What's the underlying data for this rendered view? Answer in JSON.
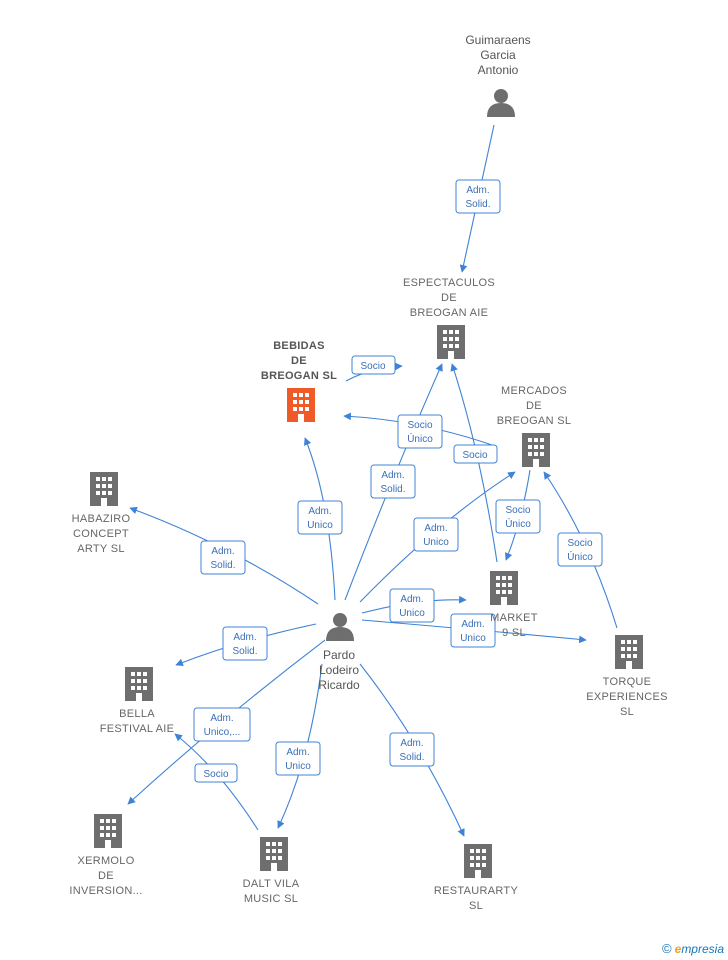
{
  "colors": {
    "edge": "#3f83d6",
    "company": "#6e6e6e",
    "company_highlight": "#f05a28",
    "person": "#6e6e6e"
  },
  "people": [
    {
      "id": "guimaraens",
      "lines": [
        "Guimaraens",
        "Garcia",
        "Antonio"
      ]
    },
    {
      "id": "pardo",
      "lines": [
        "Pardo",
        "Lodeiro",
        "Ricardo"
      ]
    }
  ],
  "companies": [
    {
      "id": "espectaculos",
      "lines": [
        "ESPECTACULOS",
        "DE",
        "BREOGAN AIE"
      ],
      "highlight": false
    },
    {
      "id": "bebidas",
      "lines": [
        "BEBIDAS",
        "DE",
        "BREOGAN  SL"
      ],
      "highlight": true
    },
    {
      "id": "mercados",
      "lines": [
        "MERCADOS",
        "DE",
        "BREOGAN  SL"
      ],
      "highlight": false
    },
    {
      "id": "habaziro",
      "lines": [
        "HABAZIRO",
        "CONCEPT",
        "ARTY  SL"
      ],
      "highlight": false
    },
    {
      "id": "market",
      "lines": [
        "MARKET",
        "9  SL"
      ],
      "highlight": false
    },
    {
      "id": "torque",
      "lines": [
        "TORQUE",
        "EXPERIENCES",
        "SL"
      ],
      "highlight": false
    },
    {
      "id": "bella",
      "lines": [
        "BELLA",
        "FESTIVAL  AIE"
      ],
      "highlight": false
    },
    {
      "id": "xermolo",
      "lines": [
        "XERMOLO",
        "DE",
        "INVERSION..."
      ],
      "highlight": false
    },
    {
      "id": "daltvila",
      "lines": [
        "DALT VILA",
        "MUSIC  SL"
      ],
      "highlight": false
    },
    {
      "id": "restaurarty",
      "lines": [
        "RESTAURARTY",
        "SL"
      ],
      "highlight": false
    }
  ],
  "edges": [
    {
      "id": "e1",
      "lines": [
        "Adm.",
        "Solid."
      ]
    },
    {
      "id": "e2",
      "lines": [
        "Socio"
      ]
    },
    {
      "id": "e3",
      "lines": [
        "Socio",
        "Único"
      ]
    },
    {
      "id": "e4",
      "lines": [
        "Socio"
      ]
    },
    {
      "id": "e5",
      "lines": [
        "Adm.",
        "Solid."
      ]
    },
    {
      "id": "e6",
      "lines": [
        "Adm.",
        "Unico"
      ]
    },
    {
      "id": "e7",
      "lines": [
        "Socio",
        "Único"
      ]
    },
    {
      "id": "e8",
      "lines": [
        "Socio",
        "Único"
      ]
    },
    {
      "id": "e9",
      "lines": [
        "Adm.",
        "Unico"
      ]
    },
    {
      "id": "e10",
      "lines": [
        "Adm.",
        "Solid."
      ]
    },
    {
      "id": "e11",
      "lines": [
        "Adm.",
        "Unico"
      ]
    },
    {
      "id": "e12",
      "lines": [
        "Adm.",
        "Unico"
      ]
    },
    {
      "id": "e13",
      "lines": [
        "Adm.",
        "Solid."
      ]
    },
    {
      "id": "e14",
      "lines": [
        "Adm.",
        "Unico,..."
      ]
    },
    {
      "id": "e15",
      "lines": [
        "Socio"
      ]
    },
    {
      "id": "e16",
      "lines": [
        "Adm.",
        "Unico"
      ]
    },
    {
      "id": "e17",
      "lines": [
        "Adm.",
        "Solid."
      ]
    }
  ],
  "footer": {
    "copyright": "©",
    "brand_first": "e",
    "brand_rest": "mpresia"
  }
}
